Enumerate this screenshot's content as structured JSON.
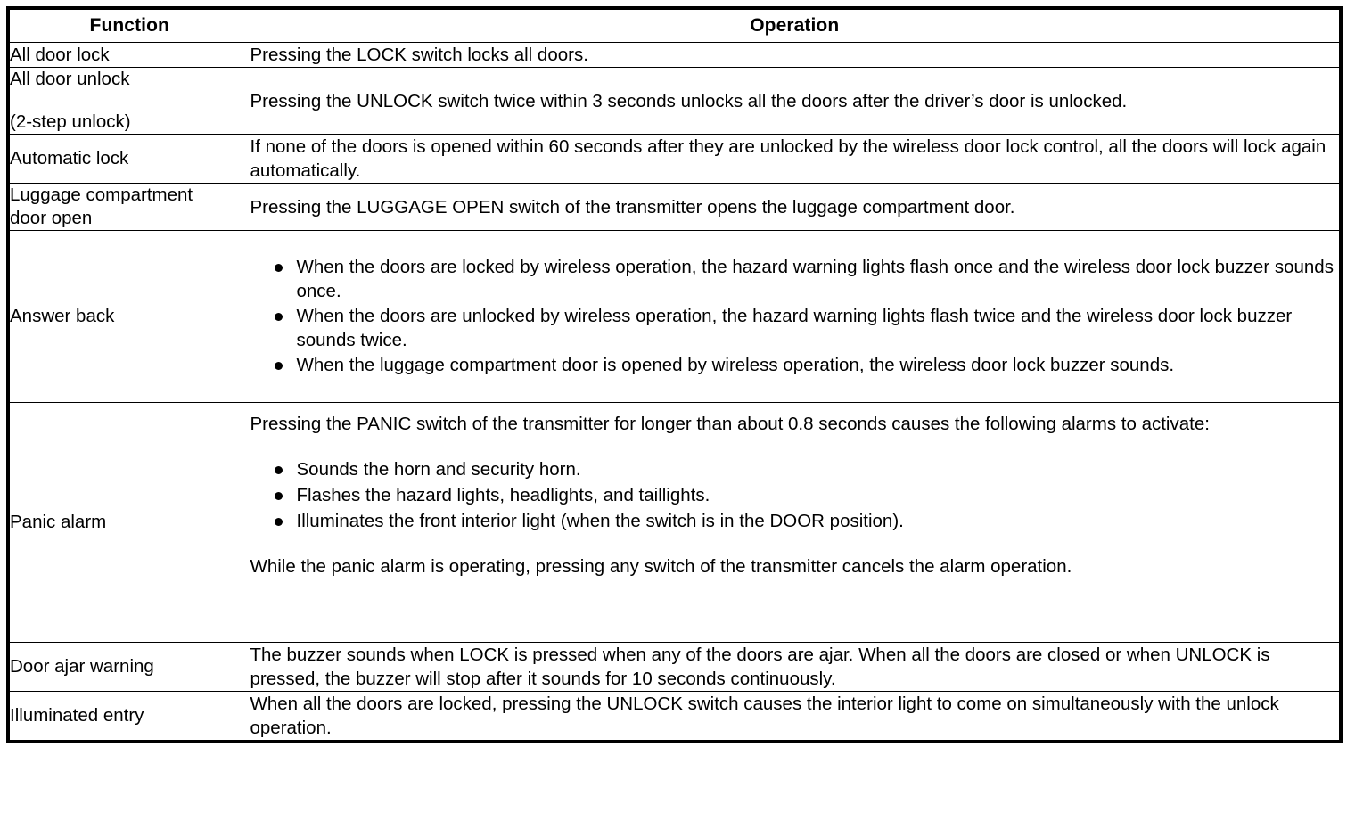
{
  "table": {
    "headers": {
      "function": "Function",
      "operation": "Operation"
    },
    "rows": [
      {
        "function": "All door lock",
        "operation_paragraphs": [
          "Pressing the LOCK switch locks all doors."
        ]
      },
      {
        "function_line1": "All door unlock",
        "function_line2": "(2-step unlock)",
        "operation_paragraphs": [
          "Pressing the UNLOCK switch twice within 3 seconds unlocks all the doors after the driver’s door is unlocked."
        ]
      },
      {
        "function": "Automatic lock",
        "operation_paragraphs": [
          "If none of the doors is opened within 60 seconds after they are unlocked by the wireless door lock control, all the doors will lock again automatically."
        ]
      },
      {
        "function_line1": "Luggage compartment",
        "function_line2": "door open",
        "operation_paragraphs": [
          "Pressing the LUGGAGE OPEN switch of the transmitter opens the luggage compartment door."
        ]
      },
      {
        "function": "Answer back",
        "bullets": [
          "When the doors are locked by wireless operation, the hazard warning lights flash once and the wireless door lock buzzer sounds once.",
          "When the doors are unlocked by wireless operation, the hazard warning lights flash twice and the wireless door lock buzzer sounds twice.",
          "When the luggage compartment door is opened by wireless operation, the wireless door lock buzzer sounds."
        ]
      },
      {
        "function": "Panic alarm",
        "intro": "Pressing the PANIC switch of the transmitter for longer than about 0.8 seconds causes the following alarms to activate:",
        "bullets": [
          "Sounds the horn and security horn.",
          "Flashes the hazard lights, headlights, and taillights.",
          "Illuminates the front interior light (when the switch is in the DOOR position)."
        ],
        "closing": "While the panic alarm is operating, pressing any switch of the transmitter cancels the alarm operation."
      },
      {
        "function": "Door ajar warning",
        "operation_paragraphs": [
          "The buzzer sounds when LOCK is pressed when any of the doors are ajar. When all the doors are closed or when UNLOCK is pressed, the buzzer will stop after it sounds for 10 seconds continuously."
        ]
      },
      {
        "function": "Illuminated entry",
        "operation_paragraphs": [
          "When all the doors are locked, pressing the UNLOCK switch causes the interior light to come on simultaneously with the unlock operation."
        ]
      }
    ]
  }
}
